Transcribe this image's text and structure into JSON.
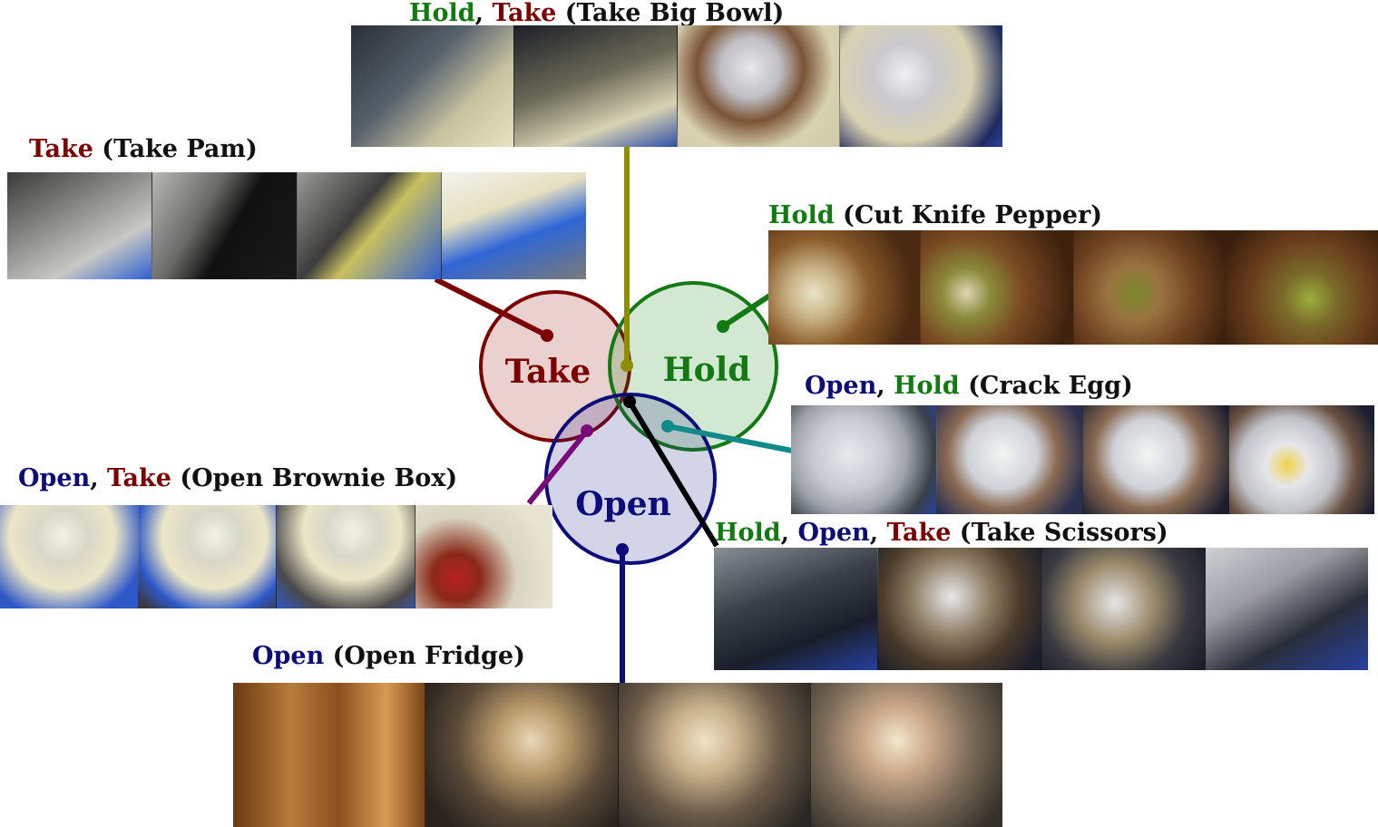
{
  "colors": {
    "take": "#7b0000",
    "hold": "#127a12",
    "open": "#0d0d7a",
    "olive": "#8e8e00",
    "teal": "#128a8a",
    "purple": "#7b0b7b",
    "black": "#000000"
  },
  "venn": {
    "take_label": "Take",
    "hold_label": "Hold",
    "open_label": "Open"
  },
  "captions": {
    "big_bowl": {
      "a": "Hold",
      "sep": ", ",
      "b": "Take",
      "rest": " (Take Big Bowl)"
    },
    "pam": {
      "a": "Take",
      "rest": " (Take Pam)"
    },
    "pepper": {
      "a": "Hold",
      "rest": " (Cut Knife Pepper)"
    },
    "egg": {
      "a": "Open",
      "sep": ", ",
      "b": "Hold",
      "rest": " (Crack Egg)"
    },
    "brownie": {
      "a": "Open",
      "sep": ", ",
      "b": "Take",
      "rest": " (Open Brownie Box)"
    },
    "scissors": {
      "a": "Hold",
      "sep1": ", ",
      "b": "Open",
      "sep2": ", ",
      "c": "Take",
      "rest": " (Take Scissors)"
    },
    "fridge": {
      "a": "Open",
      "rest": " (Open Fridge)"
    }
  }
}
